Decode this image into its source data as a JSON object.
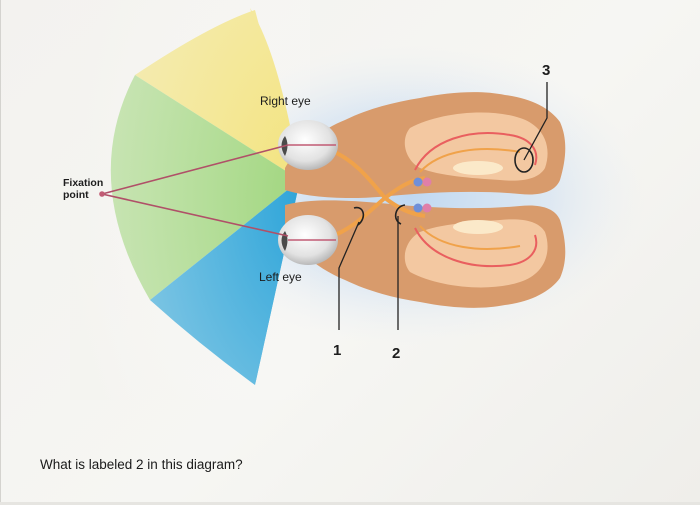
{
  "diagram": {
    "labels": {
      "fixation_line1": "Fixation",
      "fixation_line2": "point",
      "right_eye": "Right eye",
      "left_eye": "Left eye",
      "num1": "1",
      "num2": "2",
      "num3": "3"
    }
  },
  "question": "What is labeled 2 in this diagram?",
  "colors": {
    "visual_field_yellow": "#f2e27a",
    "visual_field_green": "#9fd57c",
    "visual_field_blue": "#2aa3d8",
    "brain_tissue": "#d89b6c",
    "pathway_orange": "#f0a24a"
  }
}
